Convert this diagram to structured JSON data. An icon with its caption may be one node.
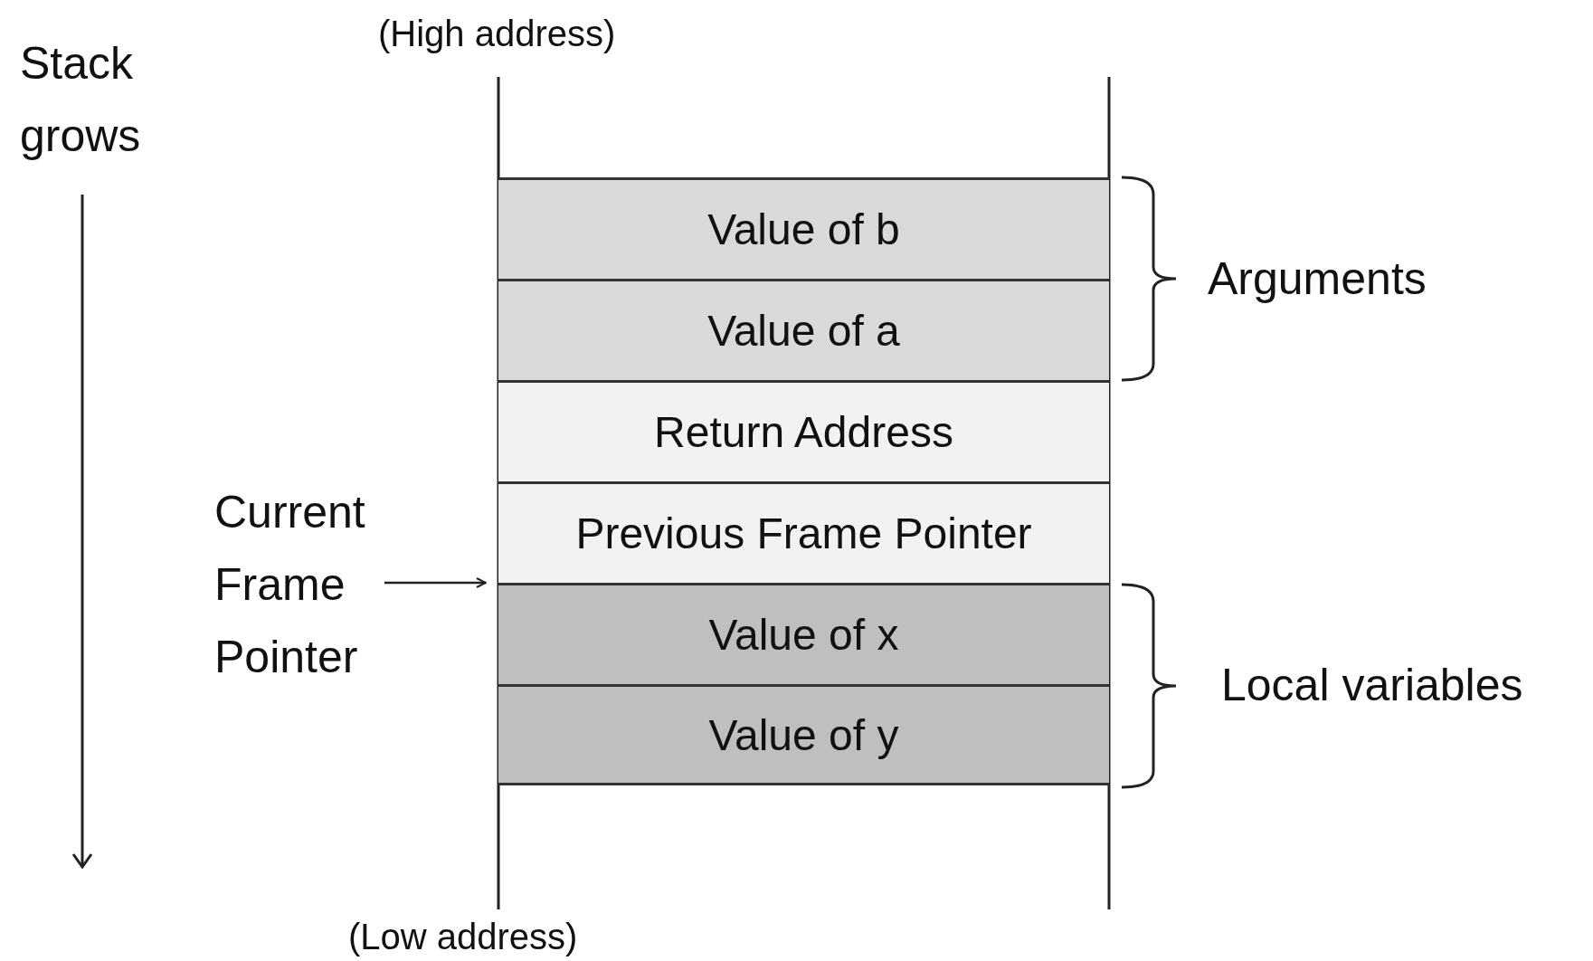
{
  "diagram": {
    "nodes": [
      {
        "text": [
          "Value of b"
        ]
      },
      {
        "text": [
          "Value of a"
        ]
      },
      {
        "text": [
          "Return Address"
        ]
      },
      {
        "text": [
          "Previous Frame Pointer"
        ]
      },
      {
        "text": [
          "Value of x"
        ]
      },
      {
        "text": [
          "Value of y"
        ]
      },
      {
        "text": [
          "Current Frame Pointer"
        ]
      }
    ],
    "edges": [
      {
        "from": 6,
        "to": 4,
        "arrow": "to"
      }
    ],
    "labels": [
      "(High address)",
      "Stack grows",
      "Arguments",
      "Local variables",
      "(Low address)"
    ]
  }
}
